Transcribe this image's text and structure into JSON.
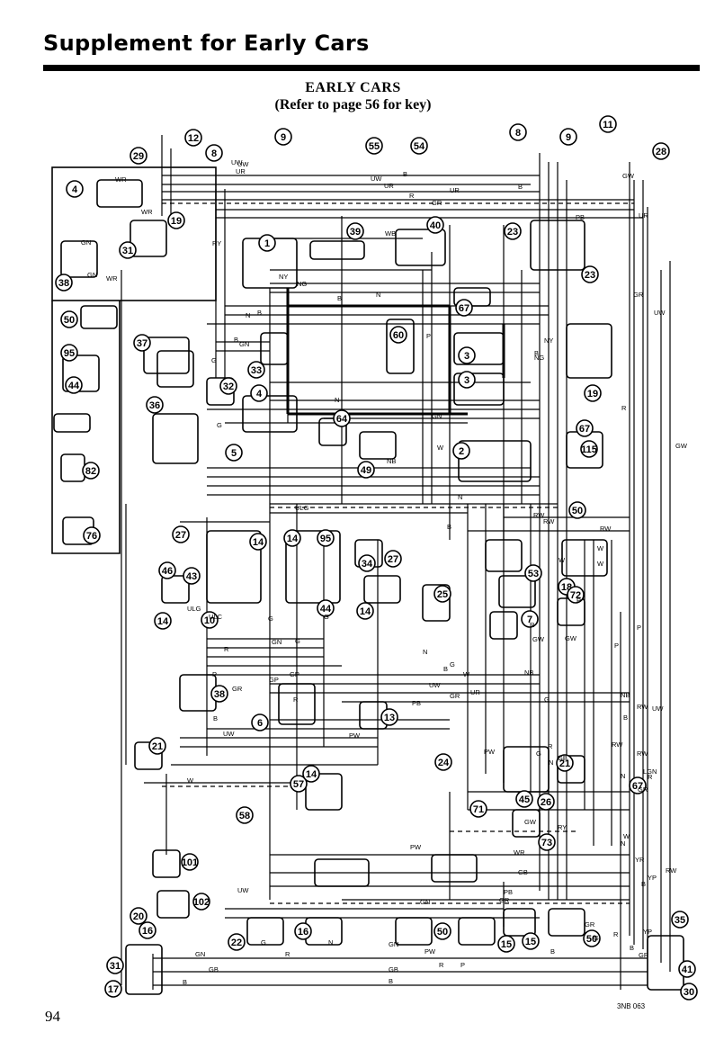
{
  "header": {
    "title": "Supplement for Early Cars"
  },
  "diagram": {
    "title": "EARLY CARS",
    "subtitle": "(Refer to page 56 for key)",
    "components": [
      "12",
      "29",
      "8",
      "9",
      "55",
      "54",
      "8",
      "11",
      "9",
      "28",
      "4",
      "19",
      "31",
      "38",
      "50",
      "95",
      "44",
      "82",
      "76",
      "1",
      "39",
      "40",
      "23",
      "23",
      "67",
      "60",
      "3",
      "3",
      "37",
      "33",
      "32",
      "36",
      "4",
      "5",
      "64",
      "2",
      "49",
      "19",
      "67",
      "115",
      "50",
      "27",
      "14",
      "14",
      "95",
      "34",
      "27",
      "46",
      "43",
      "14",
      "10",
      "44",
      "14",
      "25",
      "53",
      "18",
      "72",
      "7",
      "38",
      "6",
      "13",
      "21",
      "24",
      "21",
      "67",
      "45",
      "26",
      "57",
      "58",
      "14",
      "71",
      "73",
      "101",
      "102",
      "20",
      "16",
      "31",
      "17",
      "22",
      "16",
      "50",
      "15",
      "15",
      "50",
      "35",
      "41",
      "30",
      "17",
      "16"
    ],
    "wire_codes": [
      "WR",
      "WR",
      "GN",
      "WR",
      "GN",
      "UW",
      "UR",
      "RY",
      "UW",
      "UR",
      "B",
      "R",
      "GR",
      "UW",
      "UR",
      "B",
      "GW",
      "PB",
      "UR",
      "WB",
      "NY",
      "NG",
      "N",
      "B",
      "N",
      "B",
      "GN",
      "B",
      "P",
      "GR",
      "UW",
      "NY",
      "NG",
      "B",
      "G",
      "G",
      "W",
      "N",
      "R",
      "GW",
      "GN",
      "NB",
      "N",
      "B",
      "RW",
      "RW",
      "RW",
      "W",
      "W",
      "ULG",
      "ULG",
      "ULC",
      "G",
      "G",
      "G",
      "R",
      "P",
      "GR",
      "GN",
      "N",
      "G",
      "B",
      "W",
      "NB",
      "UW",
      "UR",
      "PB",
      "GR",
      "G",
      "NB",
      "RW",
      "UW",
      "B",
      "RW",
      "RW",
      "W",
      "B",
      "UW",
      "PW",
      "N",
      "PW",
      "G",
      "R",
      "N",
      "GB",
      "LGN",
      "GR",
      "GW",
      "GW",
      "R",
      "W",
      "P",
      "P",
      "GW",
      "RY",
      "W",
      "PW",
      "WR",
      "GB",
      "GN",
      "UW",
      "PB",
      "GR",
      "R",
      "G",
      "N",
      "GN",
      "PW",
      "P",
      "YP",
      "YP",
      "B",
      "GN",
      "R",
      "GB",
      "GB",
      "B",
      "B",
      "B",
      "G",
      "GR",
      "R",
      "R",
      "GP",
      "GP",
      "P",
      "N",
      "B",
      "YR",
      "RW",
      "R",
      "GR",
      "P",
      "RG",
      "W",
      "G",
      "GR",
      "GW"
    ]
  },
  "footer": {
    "page_number": "94",
    "ref_code": "3NB 063"
  }
}
